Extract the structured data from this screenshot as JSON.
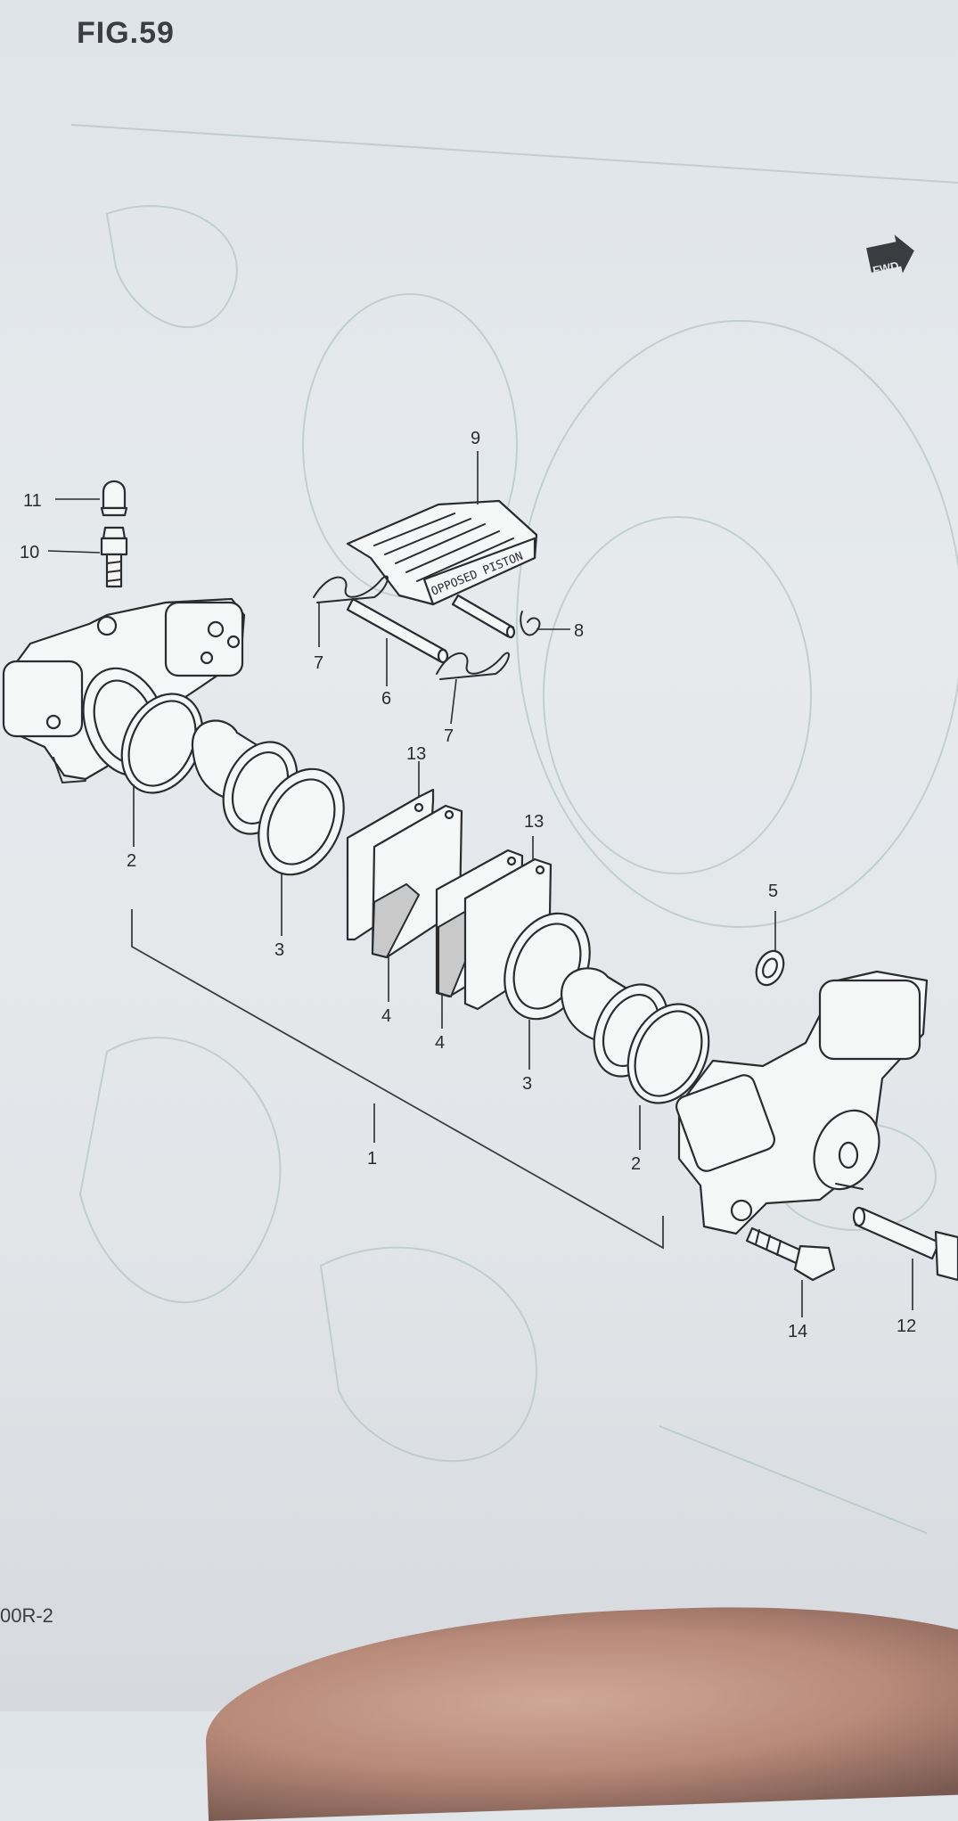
{
  "figure": {
    "title": "FIG.59",
    "fwd_badge": "FWD",
    "footer_code": "00R-2",
    "handwritten_note": "OPPOSED PISTON",
    "callouts": {
      "c11": "11",
      "c10": "10",
      "c9": "9",
      "c8": "8",
      "c7a": "7",
      "c7b": "7",
      "c6": "6",
      "c13a": "13",
      "c13b": "13",
      "c2a": "2",
      "c2b": "2",
      "c3a": "3",
      "c3b": "3",
      "c4a": "4",
      "c4b": "4",
      "c5": "5",
      "c1": "1",
      "c12": "12",
      "c14": "14"
    },
    "colors": {
      "ink": "#2a2c30",
      "ghost_print": "#b7c6c2",
      "paper": "#e3e7ea"
    },
    "icons": [
      "fwd-arrow-icon",
      "finger-shadow"
    ]
  }
}
